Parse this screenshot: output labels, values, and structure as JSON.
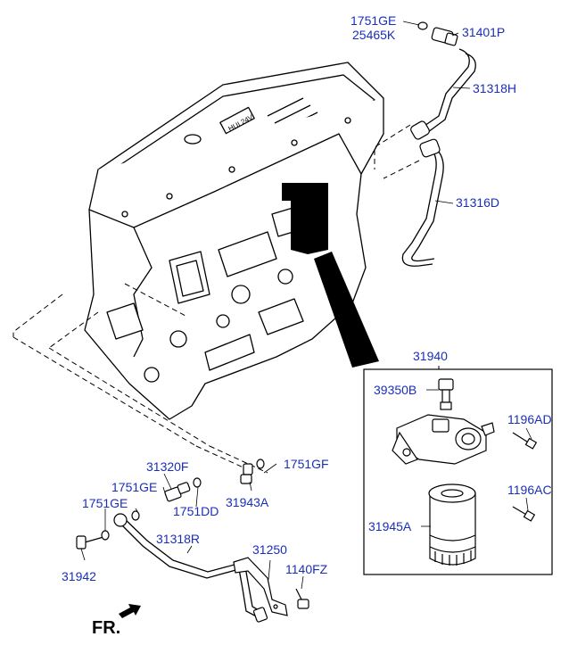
{
  "labels": {
    "p1751GE_top": "1751GE",
    "p25465K": "25465K",
    "p31401P": "31401P",
    "p31318H": "31318H",
    "p31316D": "31316D",
    "p31940": "31940",
    "p39350B": "39350B",
    "p1196AD": "1196AD",
    "p1196AC": "1196AC",
    "p31945A": "31945A",
    "p1751GF": "1751GF",
    "p31320F": "31320F",
    "p1751GE_mid": "1751GE",
    "p1751DD": "1751DD",
    "p31943A": "31943A",
    "p1751GE_left": "1751GE",
    "p31318R": "31318R",
    "p31250": "31250",
    "p1140FZ": "1140FZ",
    "p31942": "31942",
    "engine_badge": "HUI 24V"
  },
  "direction_marker": "FR.",
  "colors": {
    "label": "#1a2fb8",
    "line": "#000000"
  }
}
